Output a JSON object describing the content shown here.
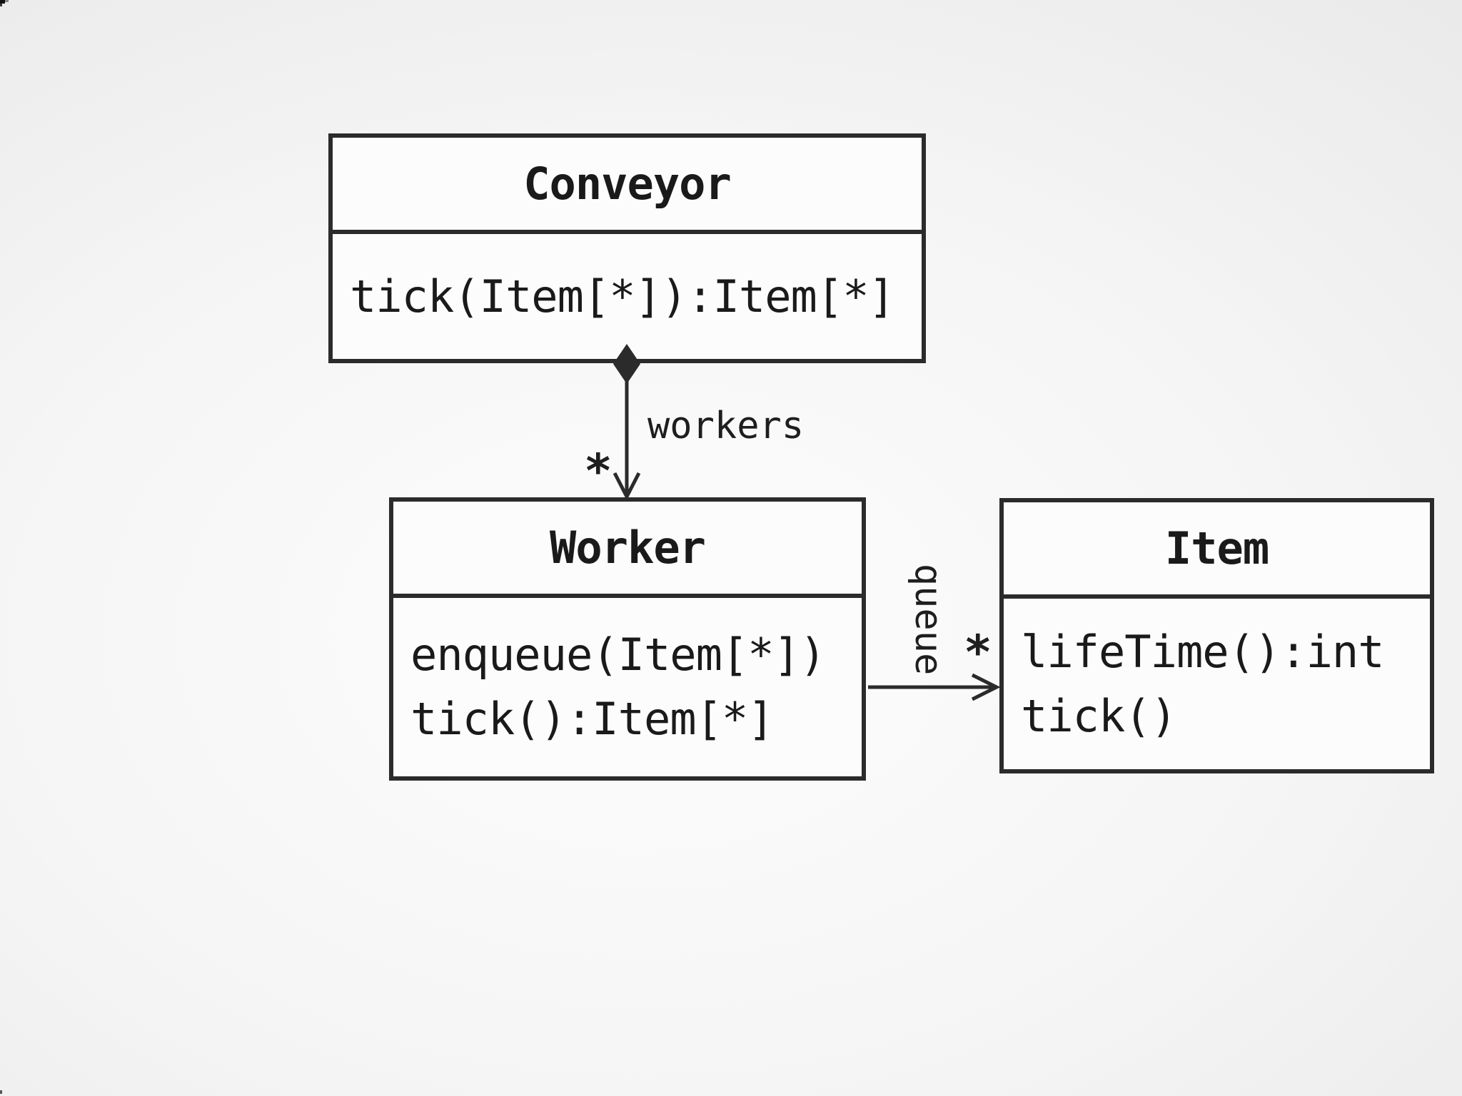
{
  "diagram": {
    "type": "uml-class-diagram",
    "colors": {
      "stroke": "#2b2b2b",
      "text": "#1a1a1a",
      "box_fill": "#fcfcfc",
      "background_center": "#fdfdfd",
      "background_edge": "#d5d5d5"
    },
    "classes": [
      {
        "title": "Conveyor",
        "methods": [
          "tick(Item[*]):Item[*]"
        ]
      },
      {
        "title": "Worker",
        "methods": [
          "enqueue(Item[*])",
          "tick():Item[*]"
        ]
      },
      {
        "title": "Item",
        "methods": [
          "lifeTime():int",
          "tick()"
        ]
      }
    ],
    "relations": [
      {
        "type": "composition",
        "from": "Conveyor",
        "to": "Worker",
        "label": "workers",
        "multiplicity": "*",
        "diamond_end": "Conveyor",
        "arrow_end": "Worker"
      },
      {
        "type": "association",
        "from": "Worker",
        "to": "Item",
        "label": "queue",
        "multiplicity": "*",
        "arrow_end": "Item"
      }
    ]
  }
}
